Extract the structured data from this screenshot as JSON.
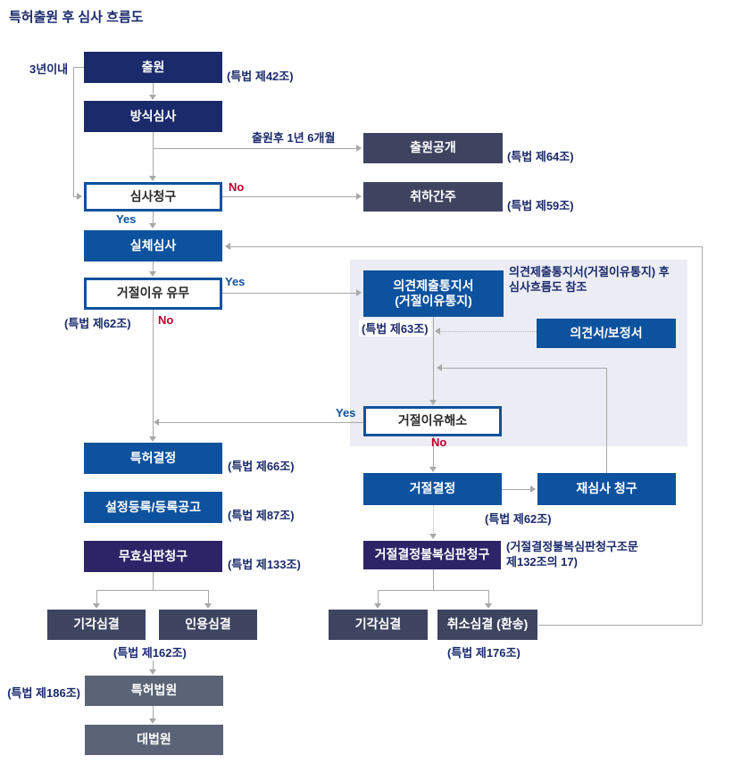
{
  "title": "특허출원 후 심사 흐름도",
  "colors": {
    "navy": "#1a2a6b",
    "blue": "#0d529e",
    "slate": "#3e4460",
    "purple": "#2c2467",
    "gray": "#5a6476",
    "panel": "#ecedf4",
    "line": "#a8a8a8",
    "yes": "#0d529e",
    "no": "#c3002f"
  },
  "nodes": {
    "application": {
      "label": "출원"
    },
    "formality_exam": {
      "label": "방식심사"
    },
    "publication": {
      "label": "출원공개"
    },
    "exam_request": {
      "label": "심사청구"
    },
    "withdrawal": {
      "label": "취하간주"
    },
    "substantive_exam": {
      "label": "실체심사"
    },
    "rejection_reason": {
      "label": "거절이유 유무"
    },
    "notice": {
      "line1": "의견제출통지서",
      "line2": "(거절이유통지)"
    },
    "opinion": {
      "label": "의견서/보정서"
    },
    "resolve": {
      "label": "거절이유해소"
    },
    "patent_decision": {
      "label": "특허결정"
    },
    "registration": {
      "label": "설정등록/등록공고"
    },
    "invalidation_trial": {
      "label": "무효심판청구"
    },
    "rejection_decision": {
      "label": "거절결정"
    },
    "reexamination": {
      "label": "재심사 청구"
    },
    "appeal_trial": {
      "label": "거절결정불복심판청구"
    },
    "dismissal_left": {
      "label": "기각심결"
    },
    "acceptance": {
      "label": "인용심결"
    },
    "dismissal_right": {
      "label": "기각심결"
    },
    "cancellation": {
      "label": "취소심결 (환송)"
    },
    "patent_court": {
      "label": "특허법원"
    },
    "supreme_court": {
      "label": "대법원"
    }
  },
  "labels": {
    "law42": "(특법 제42조)",
    "law64": "(특법 제64조)",
    "law59": "(특법 제59조)",
    "law62a": "(특법 제62조)",
    "law63": "(특법 제63조)",
    "law66": "(특법 제66조)",
    "law87": "(특법 제87조)",
    "law133": "(특법 제133조)",
    "law62b": "(특법 제62조)",
    "law162": "(특법 제162조)",
    "law186": "(특법 제186조)",
    "law176": "(특법 제176조)",
    "within3years": "3년이내",
    "after18months": "출원후 1년 6개월",
    "notice_note": "의견제출통지서(거절이유통지) 후\n심사흐름도 참조",
    "appeal_note": "(거절결정불복심판청구조문\n제132조의 17)",
    "yes": "Yes",
    "no": "No"
  }
}
